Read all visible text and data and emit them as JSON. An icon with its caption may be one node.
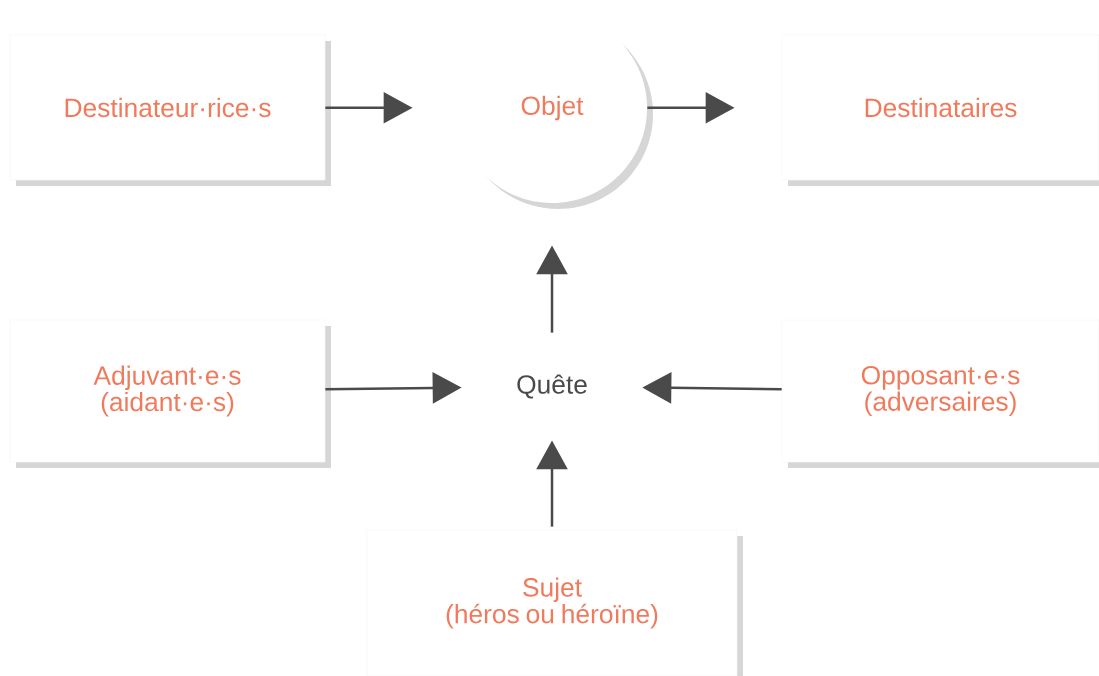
{
  "diagram": {
    "nodes": [
      {
        "text": [
          "Destinateur·rice·s"
        ]
      },
      {
        "text": [
          "Objet"
        ]
      },
      {
        "text": [
          "Destinataires"
        ]
      },
      {
        "text": [
          "Adjuvant·e·s (aidant·e·s)"
        ]
      },
      {
        "text": [
          "Quête"
        ]
      },
      {
        "text": [
          "Opposant·e·s (adversaires)"
        ]
      },
      {
        "text": [
          "Sujet",
          "(héros ou héroïne)"
        ]
      }
    ],
    "edges": [
      {
        "from": 0,
        "to": 1,
        "arrow": "to"
      },
      {
        "from": 1,
        "to": 2,
        "arrow": "to"
      },
      {
        "from": 4,
        "to": 1,
        "arrow": "to"
      },
      {
        "from": 3,
        "to": 4,
        "arrow": "to"
      },
      {
        "from": 5,
        "to": 4,
        "arrow": "to"
      },
      {
        "from": 6,
        "to": 4,
        "arrow": "to"
      }
    ]
  }
}
